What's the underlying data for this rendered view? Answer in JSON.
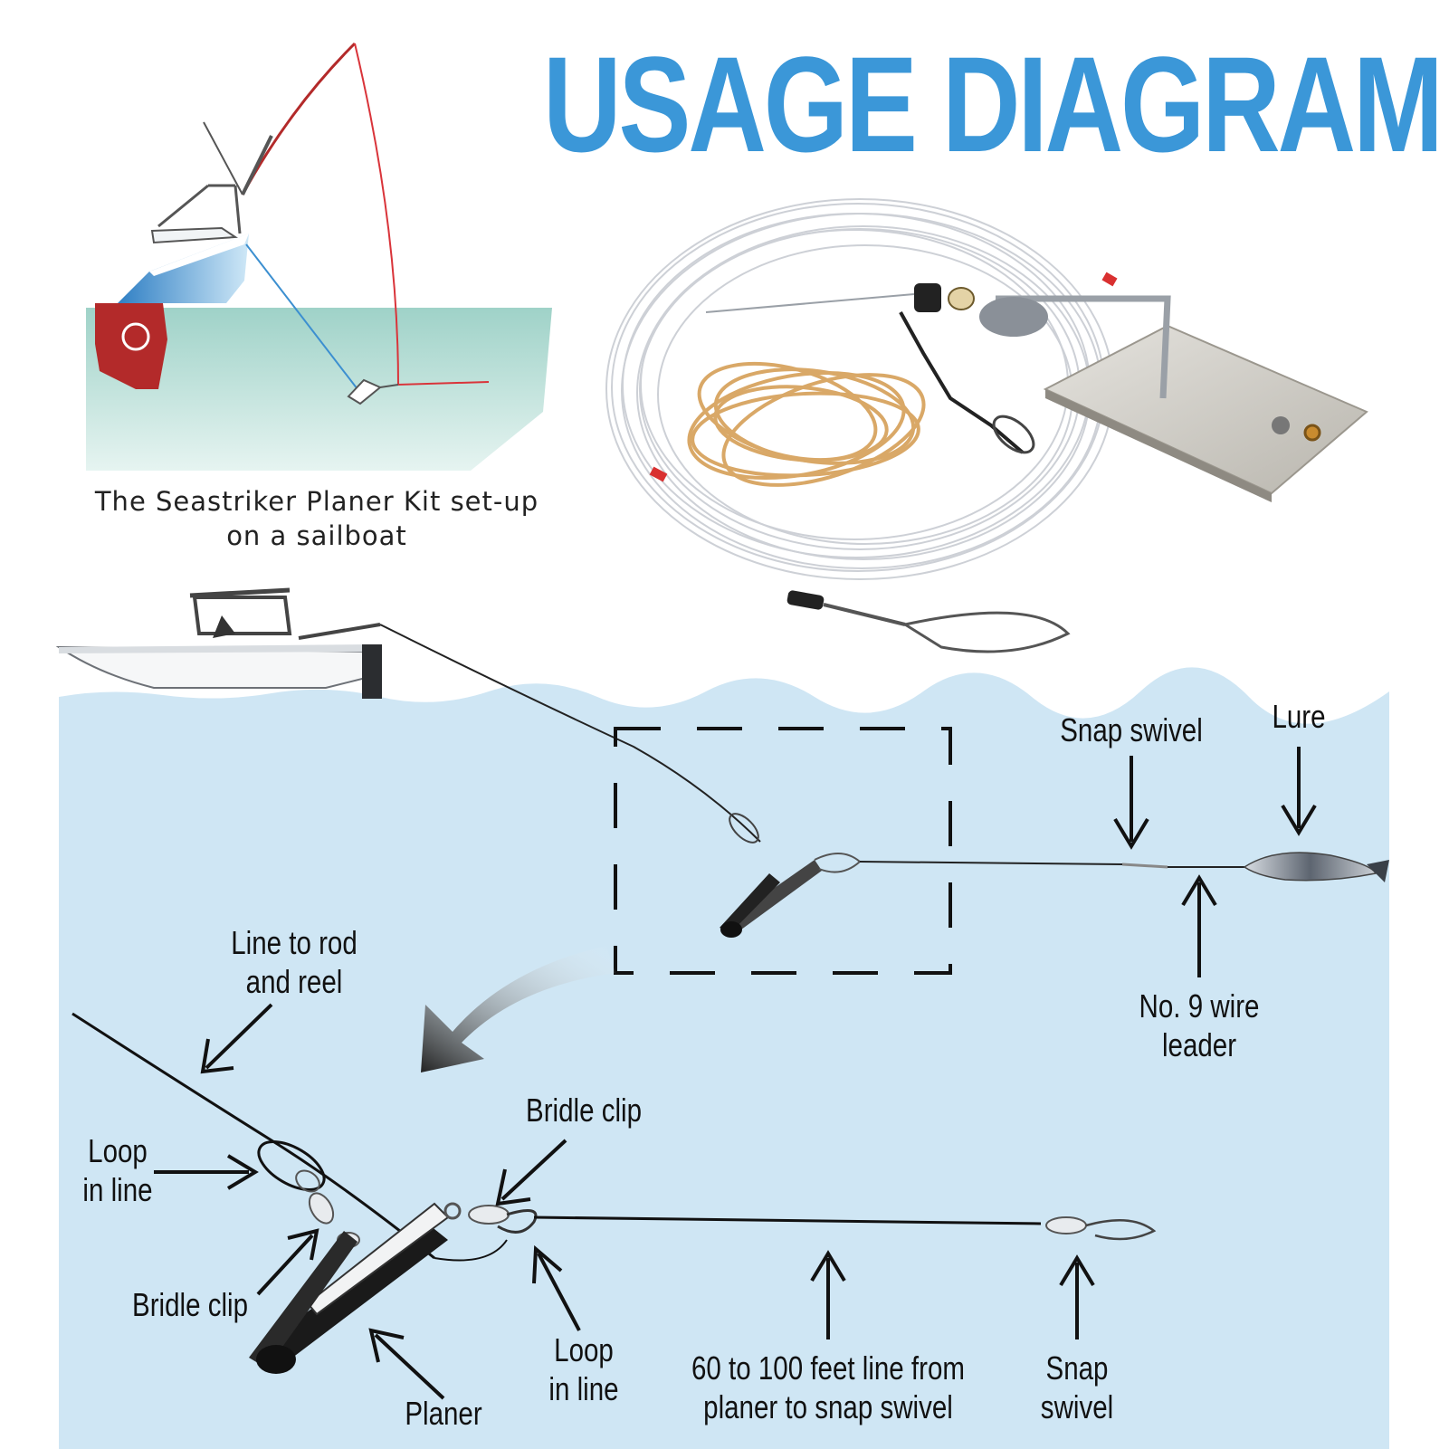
{
  "title": "USAGE DIAGRAM",
  "caption": {
    "line1": "The Seastriker Planer Kit set-up",
    "line2": "on a sailboat"
  },
  "labels": {
    "snap_swivel_top": "Snap swivel",
    "lure": "Lure",
    "wire_leader": [
      "No. 9 wire",
      "leader"
    ],
    "line_to_rod": [
      "Line to rod",
      "and reel"
    ],
    "bridle_clip_upper": "Bridle clip",
    "loop_in_line_left": [
      "Loop",
      "in line"
    ],
    "bridle_clip_lower": "Bridle clip",
    "planer": "Planer",
    "loop_in_line_bottom": [
      "Loop",
      "in line"
    ],
    "line_length": [
      "60 to 100 feet line from",
      "planer to snap swivel"
    ],
    "snap_swivel_bottom": [
      "Snap",
      "swivel"
    ]
  },
  "colors": {
    "title": "#3b97d8",
    "water_main": "#cfe6f4",
    "water_inset": "#9fd2c8",
    "sail_hull": "#4a9ad6",
    "keel": "#b32a2a",
    "fishing_line_red": "#d9343a",
    "rubber_bands": "#d9a867"
  }
}
